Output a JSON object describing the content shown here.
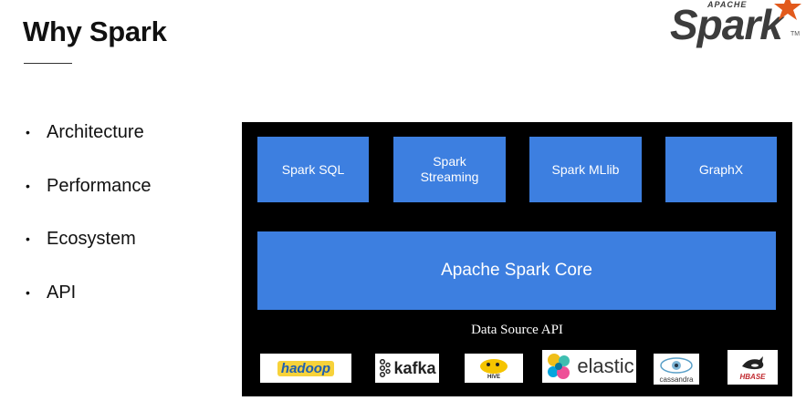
{
  "title": "Why Spark",
  "logo": {
    "apache": "APACHE",
    "word": "Spark",
    "tm": "TM"
  },
  "bullets": [
    {
      "label": "Architecture"
    },
    {
      "label": "Performance"
    },
    {
      "label": "Ecosystem"
    },
    {
      "label": "API"
    }
  ],
  "diagram": {
    "modules": [
      {
        "label": "Spark SQL"
      },
      {
        "label": "Spark\nStreaming"
      },
      {
        "label": "Spark MLlib"
      },
      {
        "label": "GraphX"
      }
    ],
    "core": "Apache Spark Core",
    "data_source_api": "Data Source API",
    "sources": {
      "hadoop": "hadoop",
      "kafka": "kafka",
      "hive": "HIVE",
      "elastic": "elastic",
      "cassandra": "cassandra",
      "hbase": "HBASE"
    }
  },
  "colors": {
    "module_blue": "#3d7fe0",
    "diagram_bg": "#000000",
    "spark_orange": "#e25a1c"
  }
}
